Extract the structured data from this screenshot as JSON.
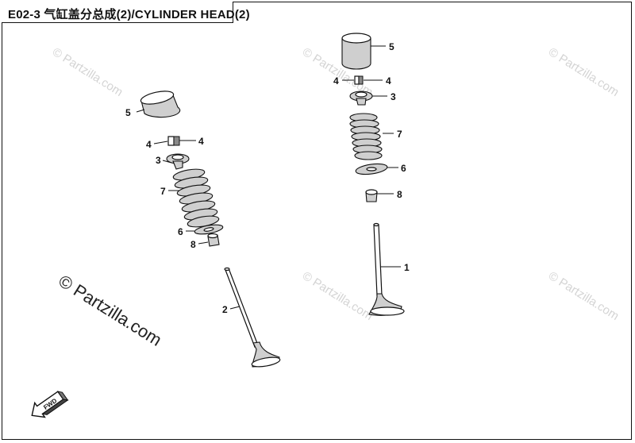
{
  "diagram": {
    "title": "E02-3 气缸盖分总成(2)/CYLINDER HEAD(2)",
    "watermark_main": "© Partzilla.com",
    "watermark_small": "© Partzilla.com",
    "fwd_label": "FWD",
    "left_assembly": {
      "callouts": {
        "tappet": "5",
        "cotter_left": "4",
        "cotter_right": "4",
        "retainer": "3",
        "spring": "7",
        "spring_seat": "6",
        "stem_seal": "8",
        "valve": "2"
      }
    },
    "right_assembly": {
      "callouts": {
        "tappet": "5",
        "cotter_left": "4",
        "cotter_right": "4",
        "retainer": "3",
        "spring": "7",
        "spring_seat": "6",
        "stem_seal": "8",
        "valve": "1"
      }
    }
  }
}
